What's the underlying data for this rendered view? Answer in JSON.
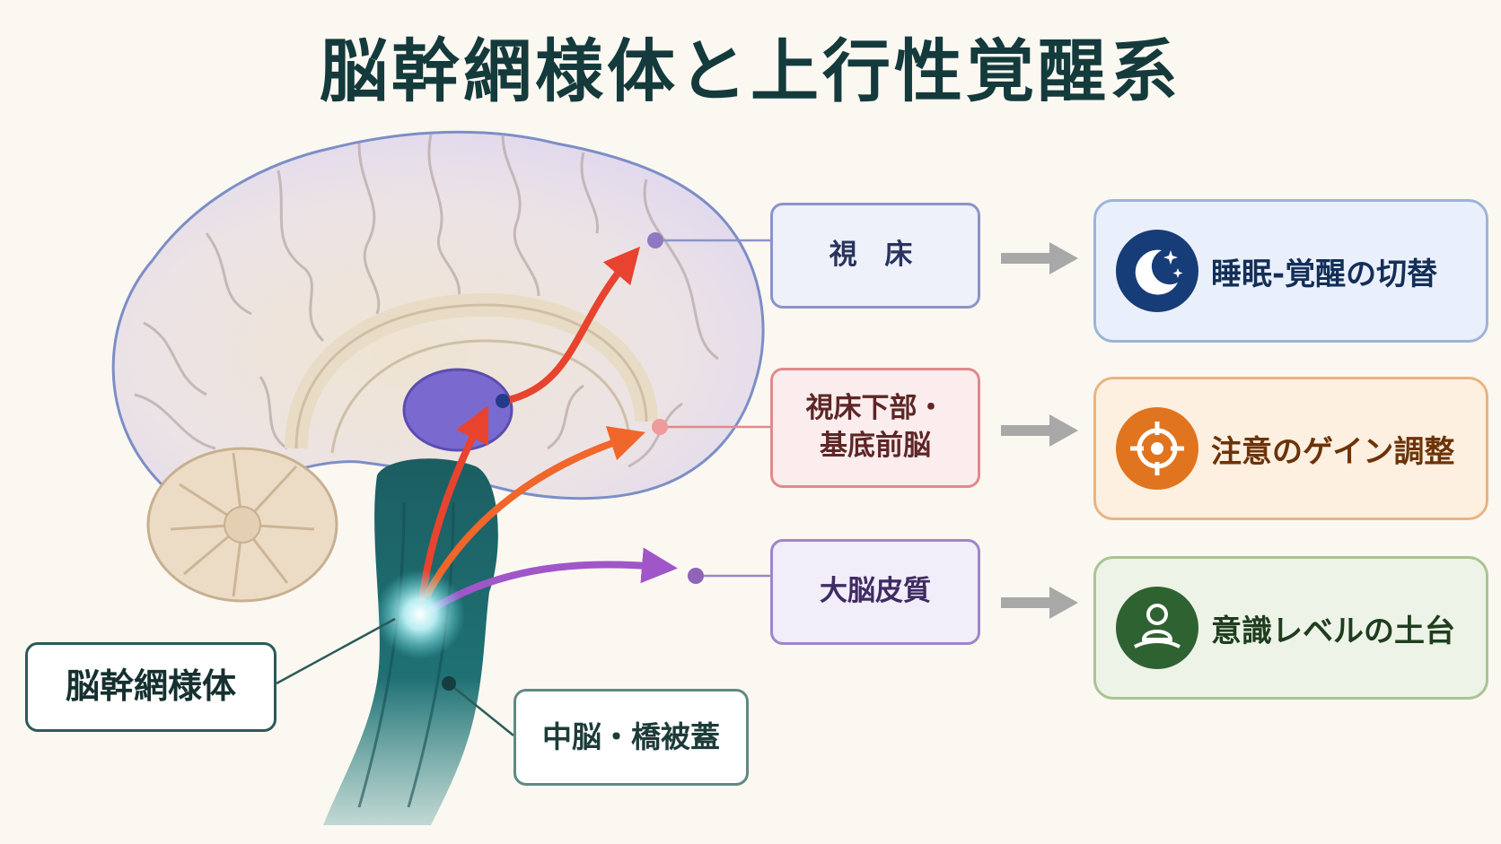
{
  "title": "脳幹網様体と上行性覚醒系",
  "targets": {
    "thalamus": "視 床",
    "hypothalamus_line1": "視床下部・",
    "hypothalamus_line2": "基底前脳",
    "cortex": "大脳皮質"
  },
  "source_labels": {
    "reticular_formation": "脳幹網様体",
    "midbrain_pons": "中脳・橋被蓋"
  },
  "functions": [
    {
      "label": "睡眠-覚醒の切替",
      "icon": "moon-stars-icon"
    },
    {
      "label": "注意のゲイン調整",
      "icon": "crosshair-icon"
    },
    {
      "label": "意識レベルの土台",
      "icon": "person-icon"
    }
  ],
  "colors": {
    "title": "#143a3c",
    "brainstem": "#1f6b6e",
    "pathway_red": "#e8432e",
    "pathway_orange": "#f0662b",
    "pathway_purple": "#a056c8",
    "thalamus": "#7a6ad0"
  }
}
